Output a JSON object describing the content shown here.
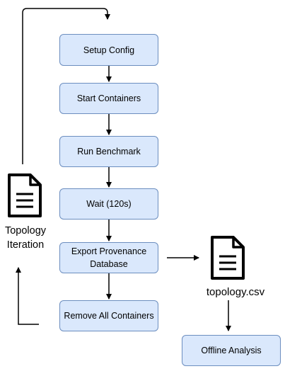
{
  "colors": {
    "box_fill": "#dae8fc",
    "box_stroke": "#6c8ebf",
    "line": "#000000"
  },
  "steps": [
    {
      "label": "Setup Config"
    },
    {
      "label": "Start Containers"
    },
    {
      "label": "Run Benchmark"
    },
    {
      "label": "Wait (120s)"
    },
    {
      "label": "Export Provenance\nDatabase"
    },
    {
      "label": "Remove All Containers"
    }
  ],
  "loop_document": {
    "icon": "document-icon",
    "label": "Topology\nIteration"
  },
  "output_document": {
    "icon": "document-icon",
    "label": "topology.csv"
  },
  "analysis": {
    "label": "Offline Analysis"
  }
}
